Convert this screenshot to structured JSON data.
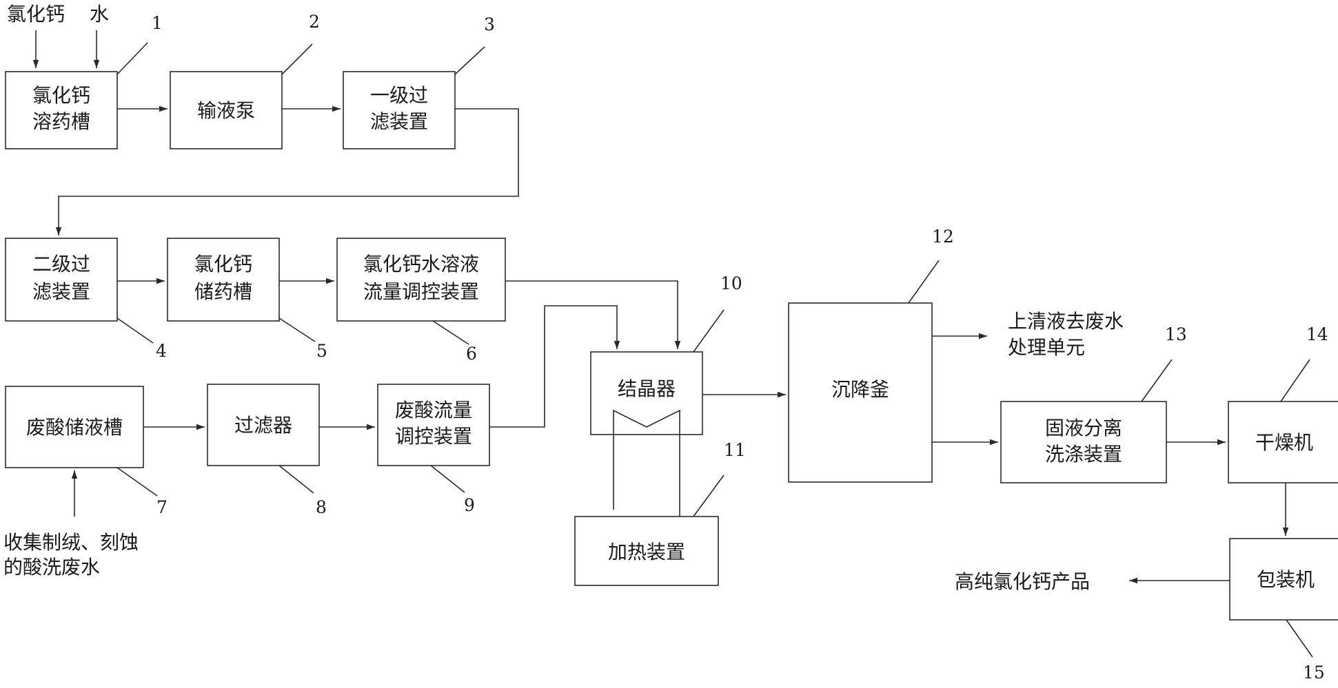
{
  "inputs": {
    "calcium_chloride": "氯化钙",
    "water": "水",
    "collect_line1": "收集制绒、刻蚀",
    "collect_line2": "的酸洗废水"
  },
  "nodes": {
    "n1": {
      "line1": "氯化钙",
      "line2": "溶药槽",
      "number": "1"
    },
    "n2": {
      "line1": "输液泵",
      "number": "2"
    },
    "n3": {
      "line1": "一级过",
      "line2": "滤装置",
      "number": "3"
    },
    "n4": {
      "line1": "二级过",
      "line2": "滤装置",
      "number": "4"
    },
    "n5": {
      "line1": "氯化钙",
      "line2": "储药槽",
      "number": "5"
    },
    "n6": {
      "line1": "氯化钙水溶液",
      "line2": "流量调控装置",
      "number": "6"
    },
    "n7": {
      "line1": "废酸储液槽",
      "number": "7"
    },
    "n8": {
      "line1": "过滤器",
      "number": "8"
    },
    "n9": {
      "line1": "废酸流量",
      "line2": "调控装置",
      "number": "9"
    },
    "n10": {
      "line1": "结晶器",
      "number": "10"
    },
    "n11": {
      "line1": "加热装置",
      "number": "11"
    },
    "n12": {
      "line1": "沉降釜",
      "number": "12"
    },
    "n13": {
      "line1": "固液分离",
      "line2": "洗涤装置",
      "number": "13"
    },
    "n14": {
      "line1": "干燥机",
      "number": "14"
    },
    "n15": {
      "line1": "包装机",
      "number": "15"
    }
  },
  "outputs": {
    "supernatant_line1": "上清液去废水",
    "supernatant_line2": "处理单元",
    "product": "高纯氯化钙产品"
  }
}
